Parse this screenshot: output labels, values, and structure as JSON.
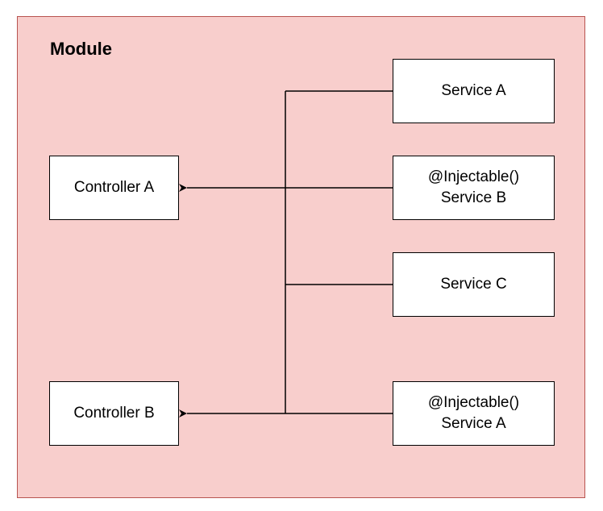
{
  "colors": {
    "module_fill": "#f8cecc",
    "module_border": "#b85450",
    "node_fill": "#ffffff",
    "line": "#000000"
  },
  "module": {
    "title": "Module"
  },
  "controllers": [
    {
      "lines": [
        "Controller A"
      ]
    },
    {
      "lines": [
        "Controller B"
      ]
    }
  ],
  "services": [
    {
      "lines": [
        "Service A"
      ]
    },
    {
      "lines": [
        "@Injectable()",
        "Service B"
      ]
    },
    {
      "lines": [
        "Service C"
      ]
    },
    {
      "lines": [
        "@Injectable()",
        "Service A"
      ]
    }
  ],
  "connections": [
    {
      "from": "Service A",
      "to": "bus"
    },
    {
      "from": "Service B",
      "to": "Controller A",
      "arrow": true
    },
    {
      "from": "Service C",
      "to": "bus"
    },
    {
      "from": "Service A (@Injectable)",
      "to": "Controller B",
      "arrow": true
    }
  ]
}
